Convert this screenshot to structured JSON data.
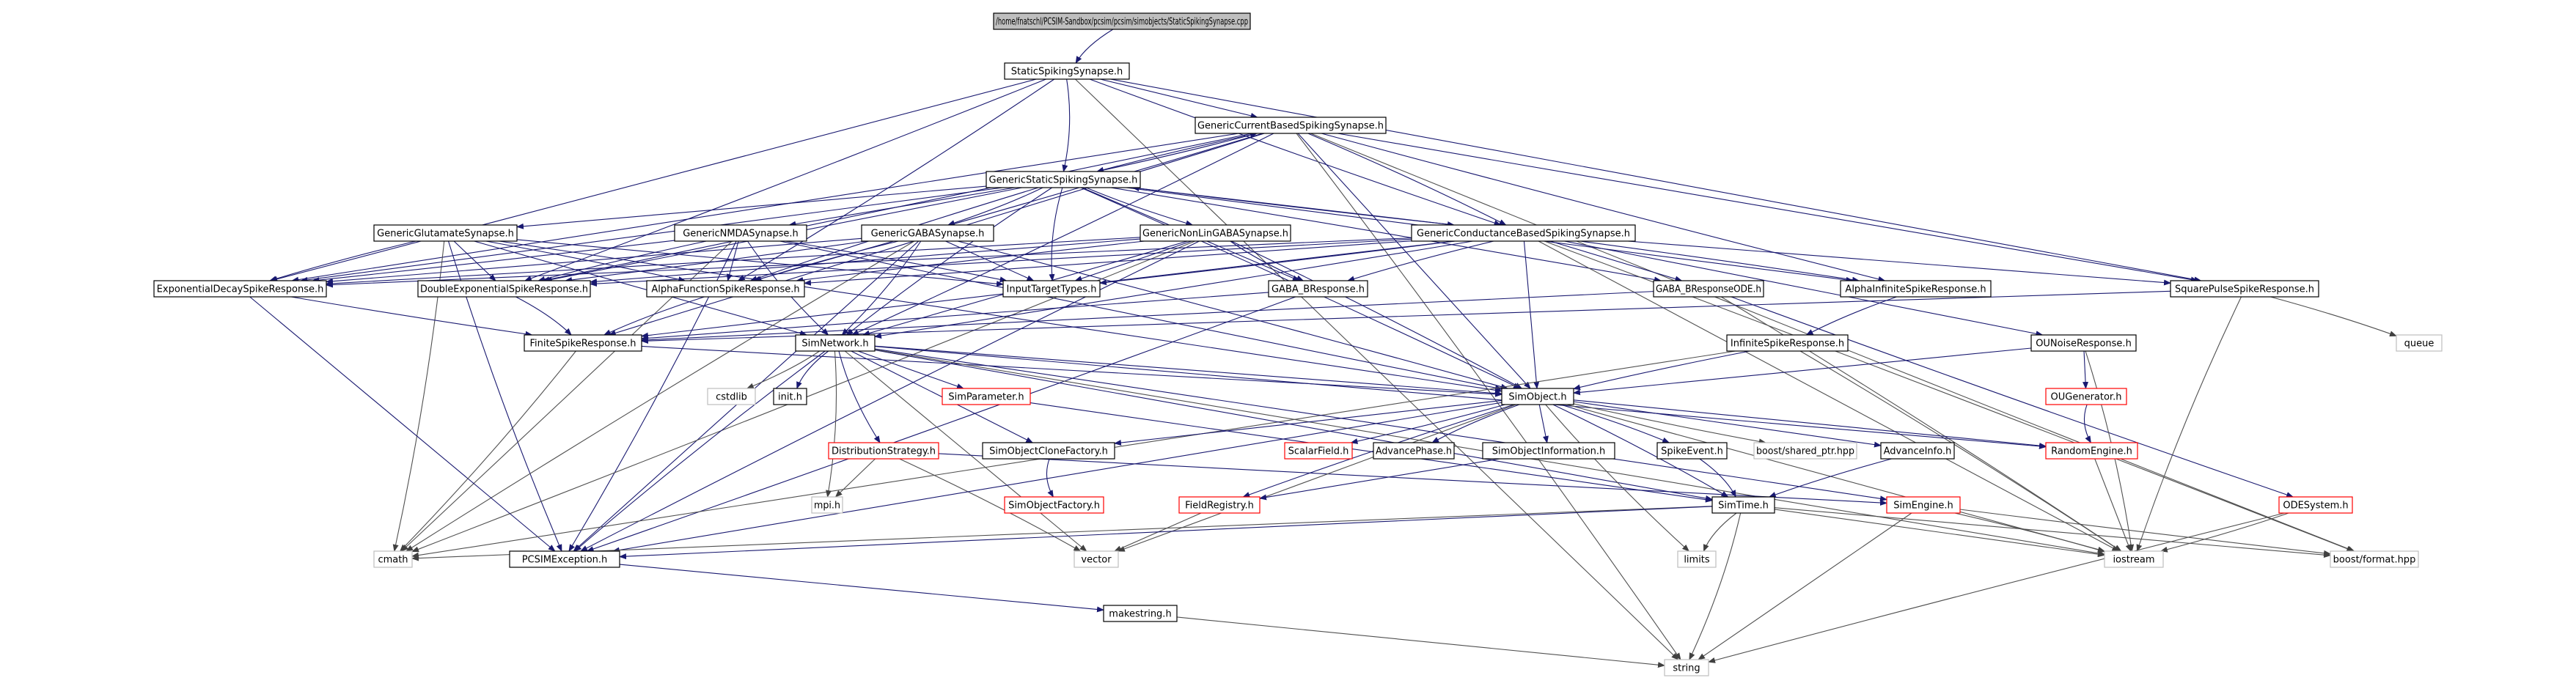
{
  "nodes": {
    "root": {
      "label": "/home/fnatschl/PCSIM-Sandbox/pcsim/pcsim/simobjects/StaticSpikingSynapse.cpp",
      "border": "#000000",
      "fill": "#bfbfbf"
    },
    "ssh": {
      "label": "StaticSpikingSynapse.h",
      "border": "#000000",
      "fill": "#ffffff"
    },
    "gcb": {
      "label": "GenericCurrentBasedSpikingSynapse.h",
      "border": "#000000",
      "fill": "#ffffff"
    },
    "gss": {
      "label": "GenericStaticSpikingSynapse.h",
      "border": "#000000",
      "fill": "#ffffff"
    },
    "gglu": {
      "label": "GenericGlutamateSynapse.h",
      "border": "#000000",
      "fill": "#ffffff"
    },
    "gnmda": {
      "label": "GenericNMDASynapse.h",
      "border": "#000000",
      "fill": "#ffffff"
    },
    "ggaba": {
      "label": "GenericGABASynapse.h",
      "border": "#000000",
      "fill": "#ffffff"
    },
    "gnonlin": {
      "label": "GenericNonLinGABASynapse.h",
      "border": "#000000",
      "fill": "#ffffff"
    },
    "gcond": {
      "label": "GenericConductanceBasedSpikingSynapse.h",
      "border": "#000000",
      "fill": "#ffffff"
    },
    "expdec": {
      "label": "ExponentialDecaySpikeResponse.h",
      "border": "#000000",
      "fill": "#ffffff"
    },
    "dblexp": {
      "label": "DoubleExponentialSpikeResponse.h",
      "border": "#000000",
      "fill": "#ffffff"
    },
    "alphafn": {
      "label": "AlphaFunctionSpikeResponse.h",
      "border": "#000000",
      "fill": "#ffffff"
    },
    "inputtt": {
      "label": "InputTargetTypes.h",
      "border": "#000000",
      "fill": "#ffffff"
    },
    "gababr": {
      "label": "GABA_BResponse.h",
      "border": "#000000",
      "fill": "#ffffff"
    },
    "gababode": {
      "label": "GABA_BResponseODE.h",
      "border": "#000000",
      "fill": "#ffffff"
    },
    "alphainf": {
      "label": "AlphaInfiniteSpikeResponse.h",
      "border": "#000000",
      "fill": "#ffffff"
    },
    "sqpulse": {
      "label": "SquarePulseSpikeResponse.h",
      "border": "#000000",
      "fill": "#ffffff"
    },
    "finite": {
      "label": "FiniteSpikeResponse.h",
      "border": "#000000",
      "fill": "#ffffff"
    },
    "simnet": {
      "label": "SimNetwork.h",
      "border": "#000000",
      "fill": "#ffffff"
    },
    "infinite": {
      "label": "InfiniteSpikeResponse.h",
      "border": "#000000",
      "fill": "#ffffff"
    },
    "ounoise": {
      "label": "OUNoiseResponse.h",
      "border": "#000000",
      "fill": "#ffffff"
    },
    "queue": {
      "label": "queue",
      "border": "#bfbfbf",
      "fill": "#ffffff"
    },
    "cstdlib": {
      "label": "cstdlib",
      "border": "#bfbfbf",
      "fill": "#ffffff"
    },
    "inith": {
      "label": "init.h",
      "border": "#000000",
      "fill": "#ffffff"
    },
    "simparam": {
      "label": "SimParameter.h",
      "border": "#ff0000",
      "fill": "#ffffff"
    },
    "simobj": {
      "label": "SimObject.h",
      "border": "#000000",
      "fill": "#ffffff"
    },
    "ougen": {
      "label": "OUGenerator.h",
      "border": "#ff0000",
      "fill": "#ffffff"
    },
    "diststrat": {
      "label": "DistributionStrategy.h",
      "border": "#ff0000",
      "fill": "#ffffff"
    },
    "socf": {
      "label": "SimObjectCloneFactory.h",
      "border": "#000000",
      "fill": "#ffffff"
    },
    "scalar": {
      "label": "ScalarField.h",
      "border": "#ff0000",
      "fill": "#ffffff"
    },
    "advphase": {
      "label": "AdvancePhase.h",
      "border": "#000000",
      "fill": "#ffffff"
    },
    "soinfo": {
      "label": "SimObjectInformation.h",
      "border": "#000000",
      "fill": "#ffffff"
    },
    "spikeev": {
      "label": "SpikeEvent.h",
      "border": "#000000",
      "fill": "#ffffff"
    },
    "sharedptr": {
      "label": "boost/shared_ptr.hpp",
      "border": "#bfbfbf",
      "fill": "#ffffff"
    },
    "advinfo": {
      "label": "AdvanceInfo.h",
      "border": "#000000",
      "fill": "#ffffff"
    },
    "randeng": {
      "label": "RandomEngine.h",
      "border": "#ff0000",
      "fill": "#ffffff"
    },
    "mpih": {
      "label": "mpi.h",
      "border": "#bfbfbf",
      "fill": "#ffffff"
    },
    "sofact": {
      "label": "SimObjectFactory.h",
      "border": "#ff0000",
      "fill": "#ffffff"
    },
    "fieldreg": {
      "label": "FieldRegistry.h",
      "border": "#ff0000",
      "fill": "#ffffff"
    },
    "simtime": {
      "label": "SimTime.h",
      "border": "#000000",
      "fill": "#ffffff"
    },
    "simeng": {
      "label": "SimEngine.h",
      "border": "#ff0000",
      "fill": "#ffffff"
    },
    "odesys": {
      "label": "ODESystem.h",
      "border": "#ff0000",
      "fill": "#ffffff"
    },
    "cmath": {
      "label": "cmath",
      "border": "#bfbfbf",
      "fill": "#ffffff"
    },
    "pcsimexc": {
      "label": "PCSIMException.h",
      "border": "#000000",
      "fill": "#ffffff"
    },
    "vector": {
      "label": "vector",
      "border": "#bfbfbf",
      "fill": "#ffffff"
    },
    "limits": {
      "label": "limits",
      "border": "#bfbfbf",
      "fill": "#ffffff"
    },
    "iostream": {
      "label": "iostream",
      "border": "#bfbfbf",
      "fill": "#ffffff"
    },
    "bformat": {
      "label": "boost/format.hpp",
      "border": "#bfbfbf",
      "fill": "#ffffff"
    },
    "mkstring": {
      "label": "makestring.h",
      "border": "#000000",
      "fill": "#ffffff"
    },
    "string": {
      "label": "string",
      "border": "#bfbfbf",
      "fill": "#ffffff"
    }
  },
  "edges": [
    [
      "root",
      "ssh"
    ],
    [
      "ssh",
      "gcb"
    ],
    [
      "ssh",
      "gss"
    ],
    [
      "ssh",
      "gcond"
    ],
    [
      "ssh",
      "expdec"
    ],
    [
      "ssh",
      "alphafn"
    ],
    [
      "ssh",
      "sqpulse"
    ],
    [
      "ssh",
      "string"
    ],
    [
      "ssh",
      "dblexp"
    ],
    [
      "gcb",
      "gss"
    ],
    [
      "gcb",
      "simobj"
    ],
    [
      "gcb",
      "simnet"
    ],
    [
      "gcb",
      "expdec"
    ],
    [
      "gcb",
      "dblexp"
    ],
    [
      "gcb",
      "alphafn"
    ],
    [
      "gcb",
      "alphainf"
    ],
    [
      "gcb",
      "sqpulse"
    ],
    [
      "gcb",
      "string"
    ],
    [
      "gcb",
      "bformat"
    ],
    [
      "gcb",
      "finite"
    ],
    [
      "gcb",
      "gcond"
    ],
    [
      "gss",
      "gglu"
    ],
    [
      "gss",
      "gnmda"
    ],
    [
      "gss",
      "ggaba"
    ],
    [
      "gss",
      "gnonlin"
    ],
    [
      "gss",
      "gcond"
    ],
    [
      "gss",
      "simobj"
    ],
    [
      "gss",
      "simnet"
    ],
    [
      "gss",
      "gababr"
    ],
    [
      "gss",
      "gababode"
    ],
    [
      "gss",
      "alphafn"
    ],
    [
      "gss",
      "dblexp"
    ],
    [
      "gss",
      "expdec"
    ],
    [
      "gss",
      "inputtt"
    ],
    [
      "gss",
      "alphainf"
    ],
    [
      "gss",
      "gcb"
    ],
    [
      "gglu",
      "expdec"
    ],
    [
      "gglu",
      "dblexp"
    ],
    [
      "gglu",
      "alphafn"
    ],
    [
      "gglu",
      "inputtt"
    ],
    [
      "gglu",
      "simobj"
    ],
    [
      "gglu",
      "cmath"
    ],
    [
      "gglu",
      "pcsimexc"
    ],
    [
      "gglu",
      "simnet"
    ],
    [
      "gnmda",
      "expdec"
    ],
    [
      "gnmda",
      "dblexp"
    ],
    [
      "gnmda",
      "alphafn"
    ],
    [
      "gnmda",
      "inputtt"
    ],
    [
      "gnmda",
      "simobj"
    ],
    [
      "gnmda",
      "cmath"
    ],
    [
      "gnmda",
      "pcsimexc"
    ],
    [
      "gnmda",
      "simnet"
    ],
    [
      "ggaba",
      "expdec"
    ],
    [
      "ggaba",
      "dblexp"
    ],
    [
      "ggaba",
      "alphafn"
    ],
    [
      "ggaba",
      "inputtt"
    ],
    [
      "ggaba",
      "simobj"
    ],
    [
      "ggaba",
      "cmath"
    ],
    [
      "ggaba",
      "pcsimexc"
    ],
    [
      "ggaba",
      "simnet"
    ],
    [
      "gnonlin",
      "gababr"
    ],
    [
      "gnonlin",
      "expdec"
    ],
    [
      "gnonlin",
      "dblexp"
    ],
    [
      "gnonlin",
      "alphafn"
    ],
    [
      "gnonlin",
      "inputtt"
    ],
    [
      "gnonlin",
      "simobj"
    ],
    [
      "gnonlin",
      "pcsimexc"
    ],
    [
      "gnonlin",
      "simnet"
    ],
    [
      "gnonlin",
      "cmath"
    ],
    [
      "gcond",
      "gss"
    ],
    [
      "gcond",
      "simobj"
    ],
    [
      "gcond",
      "simnet"
    ],
    [
      "gcond",
      "gababr"
    ],
    [
      "gcond",
      "gababode"
    ],
    [
      "gcond",
      "alphainf"
    ],
    [
      "gcond",
      "sqpulse"
    ],
    [
      "gcond",
      "ounoise"
    ],
    [
      "gcond",
      "expdec"
    ],
    [
      "gcond",
      "dblexp"
    ],
    [
      "gcond",
      "alphafn"
    ],
    [
      "gcond",
      "inputtt"
    ],
    [
      "gcond",
      "finite"
    ],
    [
      "gcond",
      "iostream"
    ],
    [
      "gcond",
      "bformat"
    ],
    [
      "expdec",
      "finite"
    ],
    [
      "expdec",
      "pcsimexc"
    ],
    [
      "dblexp",
      "finite"
    ],
    [
      "alphafn",
      "finite"
    ],
    [
      "gababr",
      "finite"
    ],
    [
      "gababr",
      "pcsimexc"
    ],
    [
      "gababode",
      "odesys"
    ],
    [
      "gababode",
      "finite"
    ],
    [
      "gababode",
      "iostream"
    ],
    [
      "alphainf",
      "infinite"
    ],
    [
      "sqpulse",
      "finite"
    ],
    [
      "sqpulse",
      "queue"
    ],
    [
      "sqpulse",
      "iostream"
    ],
    [
      "finite",
      "simobj"
    ],
    [
      "finite",
      "cmath"
    ],
    [
      "infinite",
      "simobj"
    ],
    [
      "infinite",
      "cmath"
    ],
    [
      "infinite",
      "iostream"
    ],
    [
      "ounoise",
      "simobj"
    ],
    [
      "ounoise",
      "ougen"
    ],
    [
      "ounoise",
      "iostream"
    ],
    [
      "ougen",
      "randeng"
    ],
    [
      "randeng",
      "iostream"
    ],
    [
      "simnet",
      "cstdlib"
    ],
    [
      "simnet",
      "inith"
    ],
    [
      "simnet",
      "simparam"
    ],
    [
      "simnet",
      "simobj"
    ],
    [
      "simnet",
      "diststrat"
    ],
    [
      "simnet",
      "socf"
    ],
    [
      "simnet",
      "mpih"
    ],
    [
      "simnet",
      "pcsimexc"
    ],
    [
      "simnet",
      "vector"
    ],
    [
      "simnet",
      "simeng"
    ],
    [
      "simnet",
      "simtime"
    ],
    [
      "simnet",
      "randeng"
    ],
    [
      "simnet",
      "iostream"
    ],
    [
      "simparam",
      "simtime"
    ],
    [
      "diststrat",
      "mpih"
    ],
    [
      "diststrat",
      "vector"
    ],
    [
      "diststrat",
      "simeng"
    ],
    [
      "simobj",
      "socf"
    ],
    [
      "simobj",
      "scalar"
    ],
    [
      "simobj",
      "advphase"
    ],
    [
      "simobj",
      "soinfo"
    ],
    [
      "simobj",
      "spikeev"
    ],
    [
      "simobj",
      "sharedptr"
    ],
    [
      "simobj",
      "advinfo"
    ],
    [
      "simobj",
      "randeng"
    ],
    [
      "simobj",
      "fieldreg"
    ],
    [
      "simobj",
      "vector"
    ],
    [
      "simobj",
      "pcsimexc"
    ],
    [
      "simobj",
      "limits"
    ],
    [
      "simobj",
      "iostream"
    ],
    [
      "simobj",
      "simtime"
    ],
    [
      "socf",
      "sofact"
    ],
    [
      "soinfo",
      "fieldreg"
    ],
    [
      "spikeev",
      "simtime"
    ],
    [
      "advinfo",
      "simtime"
    ],
    [
      "fieldreg",
      "vector"
    ],
    [
      "simtime",
      "cmath"
    ],
    [
      "simtime",
      "limits"
    ],
    [
      "simtime",
      "iostream"
    ],
    [
      "simtime",
      "string"
    ],
    [
      "simtime",
      "bformat"
    ],
    [
      "simtime",
      "pcsimexc"
    ],
    [
      "simeng",
      "iostream"
    ],
    [
      "simeng",
      "bformat"
    ],
    [
      "simeng",
      "string"
    ],
    [
      "odesys",
      "iostream"
    ],
    [
      "odesys",
      "string"
    ],
    [
      "pcsimexc",
      "mkstring"
    ],
    [
      "mkstring",
      "string"
    ]
  ]
}
